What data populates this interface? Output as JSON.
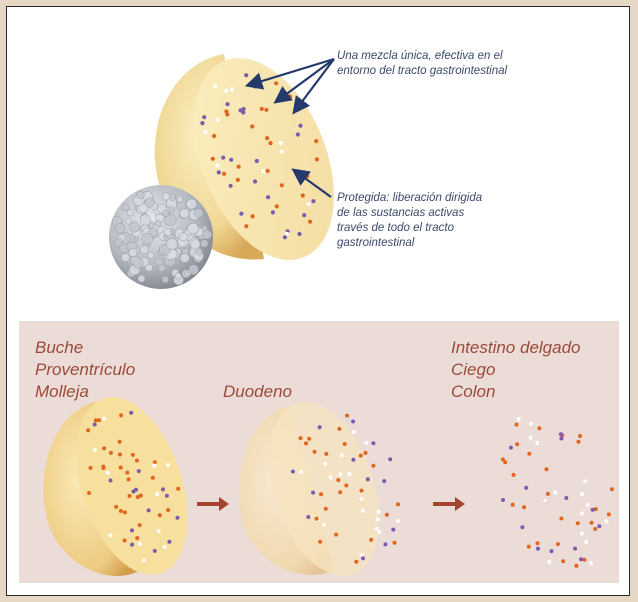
{
  "annotations": {
    "mix_text": "Una mezcla única, efectiva en el\nentorno del tracto gastrointestinal",
    "protected_text": "Protegida: liberación dirigida\nde las sustancias activas\ntravés de todo el tracto\ngastrointestinal"
  },
  "stages": {
    "first": [
      "Buche",
      "Proventrículo",
      "Molleja"
    ],
    "second": [
      "Duodeno"
    ],
    "third": [
      "Intestino delgado",
      "Ciego",
      "Colon"
    ]
  },
  "colors": {
    "orange_dot": "#e0651f",
    "purple_dot": "#7a5cae",
    "white_dot": "#ffffff",
    "bead_fill": "#f2dfa0",
    "bead_shadow": "#d7a653",
    "stage_text": "#9b4b3a",
    "annotation_text": "#3a4a68",
    "arrow_red": "#a5432f",
    "bottom_bg": "#ecdcd8"
  }
}
